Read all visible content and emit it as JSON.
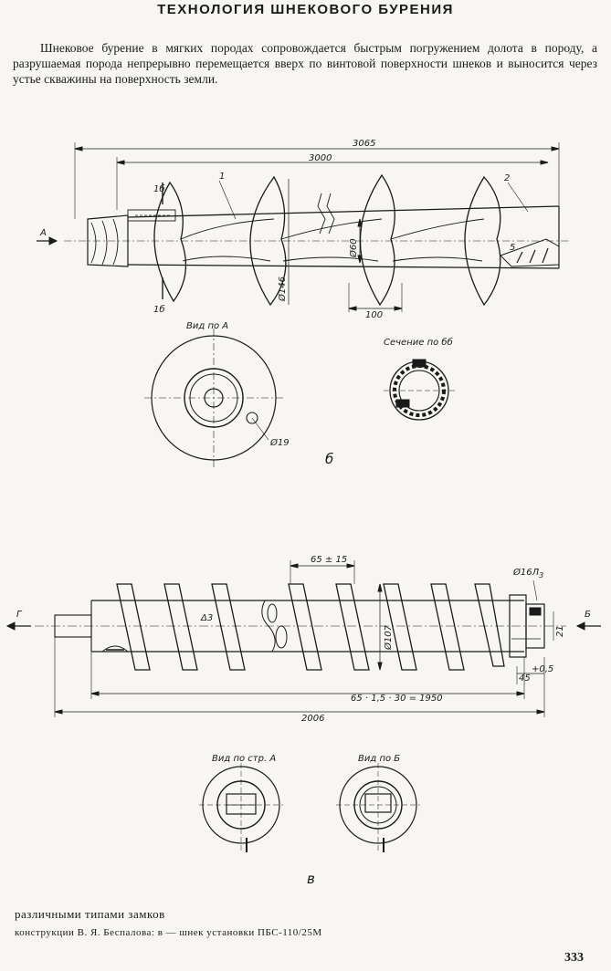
{
  "header": {
    "title": "ТЕХНОЛОГИЯ ШНЕКОВОГО БУРЕНИЯ",
    "intro": "Шнековое бурение в мягких породах сопровождается быстрым погружением долота в породу, а разрушаемая порода непрерывно перемещается вверх по винтовой поверхности шнеков и выносится через устье скважины на поверхность земли."
  },
  "figure_b": {
    "dim_total": "3065",
    "dim_inner": "3000",
    "section_mark_top": "1б",
    "section_mark_bottom": "1б",
    "part_1": "1",
    "part_2": "2",
    "part_5": "5",
    "view_arrow": "А",
    "dia_shaft": "Ø60",
    "dia_flight": "Ø146",
    "pitch": "100",
    "view_a_label": "Вид по А",
    "section_label": "Сечение по бб",
    "hole_dia": "Ø19",
    "letter": "б"
  },
  "figure_v": {
    "pitch": "65 ± 15",
    "hole": "Ø16Л",
    "hole_sub": "3",
    "left_arrow": "Г",
    "right_arrow": "Б",
    "wall": "Δ3",
    "dia": "Ø107",
    "dim_21": "21",
    "dim_45": "45",
    "dim_45_tol": "+0,5",
    "length_formula": "65 · 1,5 · 30 = 1950",
    "length_total": "2006",
    "view_a_label": "Вид по стр. А",
    "view_b_label": "Вид по Б",
    "letter": "в"
  },
  "footer": {
    "caption_1": "различными типами замков",
    "caption_2": "конструкции В. Я. Беспалова: в — шнек установки ПБС-110/25М",
    "page_number": "333"
  }
}
